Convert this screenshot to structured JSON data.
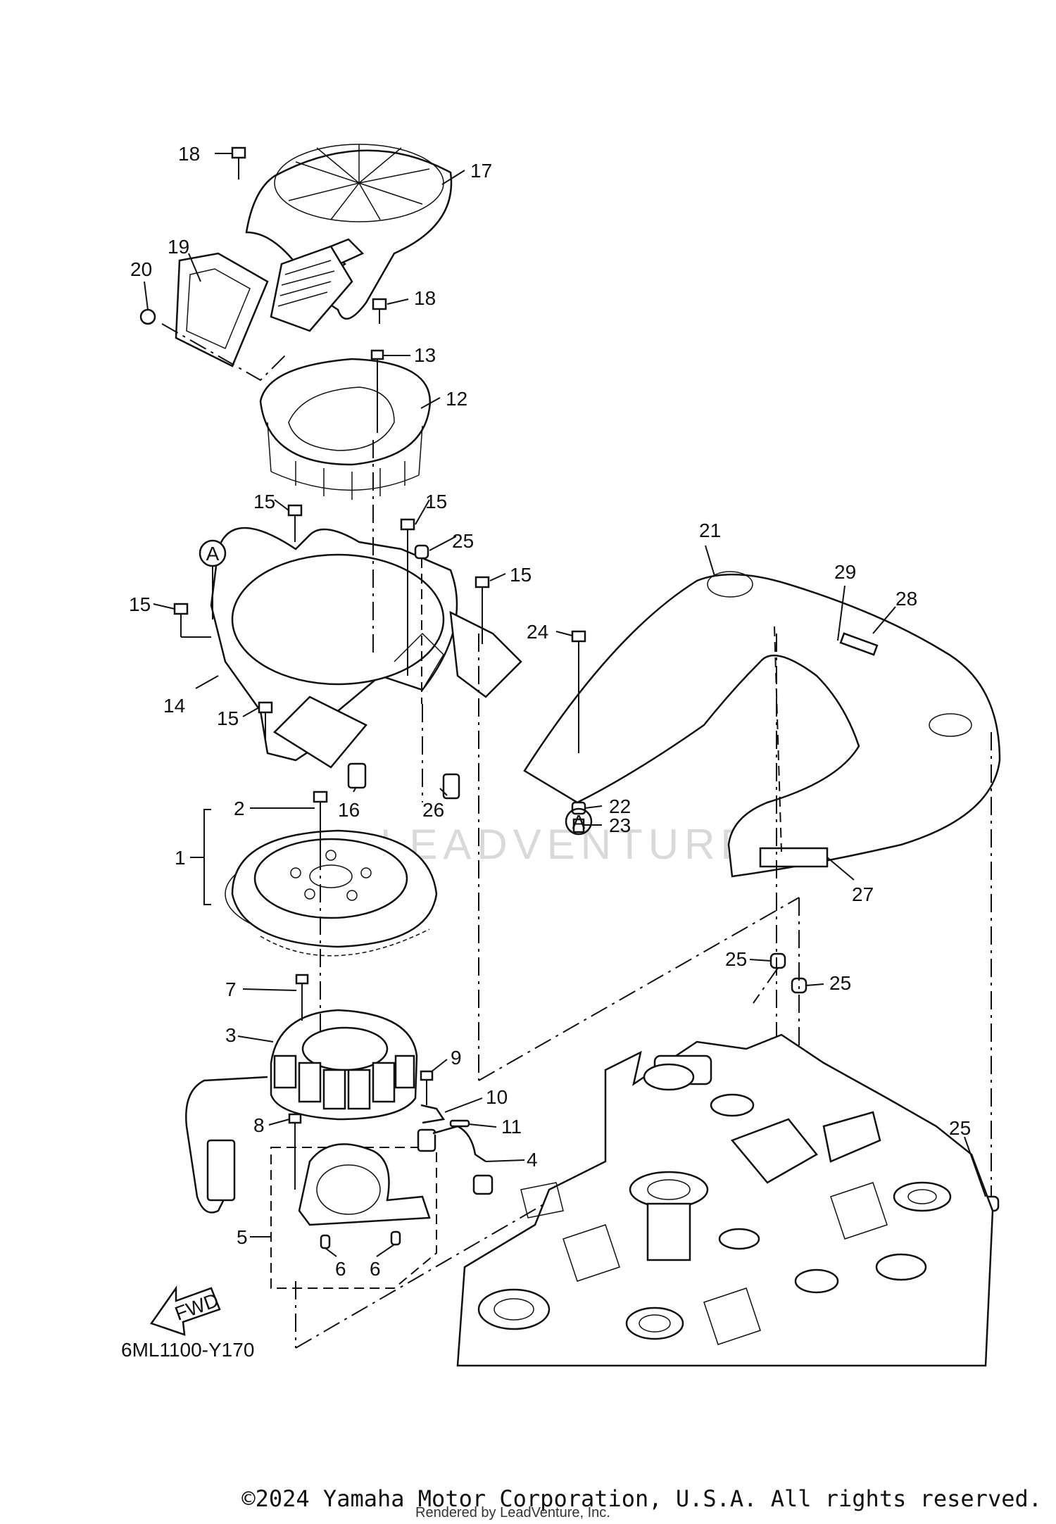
{
  "diagram": {
    "code": "6ML1100-Y170",
    "fwd_label": "FWD",
    "circle_marker": "A",
    "watermark": "LEADVENTURE",
    "copyright": "©2024 Yamaha Motor Corporation, U.S.A. All rights reserved.",
    "rendered_by": "Rendered by LeadVenture, Inc.",
    "labels": [
      "1",
      "2",
      "3",
      "4",
      "5",
      "6",
      "6",
      "7",
      "8",
      "9",
      "10",
      "11",
      "12",
      "13",
      "14",
      "15",
      "15",
      "15",
      "15",
      "15",
      "16",
      "17",
      "18",
      "18",
      "19",
      "20",
      "21",
      "22",
      "23",
      "24",
      "25",
      "25",
      "25",
      "25",
      "26",
      "27",
      "28",
      "29"
    ]
  }
}
